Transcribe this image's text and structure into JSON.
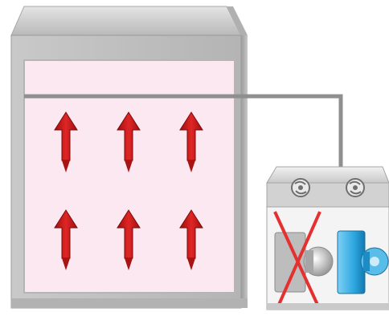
{
  "diagram": {
    "enclosure": {
      "upward_arrow_rows": 2,
      "upward_arrows_per_row": 3
    },
    "unit": {
      "fan_count": 2,
      "disabled_component": "left",
      "active_component": "right"
    },
    "colors": {
      "frame": "#c4c4c4",
      "frame_dark": "#9a9a9a",
      "interior": "#fbe8f0",
      "arrow": "#d91e1e",
      "arrow_dark": "#8e0d0d",
      "pipe": "#8f8f8f",
      "active_blue": "#2da7e0",
      "disabled_mark": "#e53030"
    }
  }
}
